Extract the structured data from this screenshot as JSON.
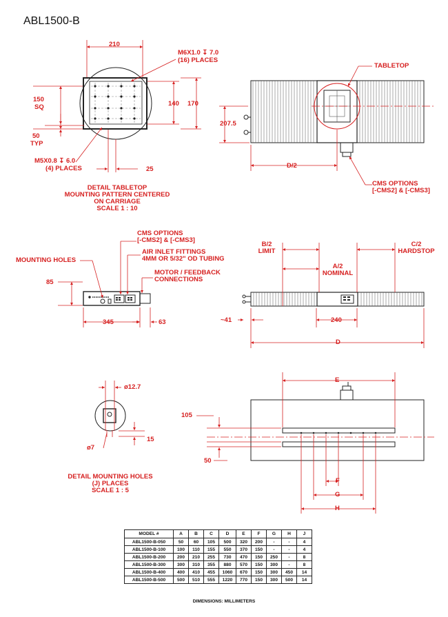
{
  "title": "ABL1500-B",
  "labels": {
    "dim_210": "210",
    "m6": "M6X1.0 ↧ 7.0",
    "m6_places": "(16) PLACES",
    "dim_150": "150",
    "sq": "SQ",
    "dim_140": "140",
    "dim_170": "170",
    "dim_50": "50",
    "typ": "TYP",
    "m5": "M5X0.8 ↧ 6.0",
    "m5_places": "(4) PLACES",
    "dim_25": "25",
    "detail_tabletop": [
      "DETAIL TABLETOP",
      "MOUNTING PATTERN CENTERED",
      "ON CARRIAGE",
      "SCALE 1 : 10"
    ],
    "tabletop": "TABLETOP",
    "dim_2075": "207.5",
    "d_half": "D/2",
    "cms_options_top": [
      "CMS OPTIONS",
      "[-CMS2] & [-CMS3]"
    ],
    "cms_options_side": [
      "CMS OPTIONS",
      "[-CMS2] & [-CMS3]"
    ],
    "mounting_holes": "MOUNTING HOLES",
    "air_inlet": [
      "AIR INLET FITTINGS",
      "4MM OR 5/32\" OD TUBING"
    ],
    "motor_feedback": [
      "MOTOR / FEEDBACK",
      "CONNECTIONS"
    ],
    "dim_85": "85",
    "dim_345": "345",
    "dim_63": "63",
    "b_half": [
      "B/2",
      "LIMIT"
    ],
    "a_half": [
      "A/2",
      "NOMINAL"
    ],
    "c_half": [
      "C/2",
      "HARDSTOP"
    ],
    "dim_41": "~41",
    "dim_240": "240",
    "dim_d": "D",
    "dim_127": "ø12.7",
    "dim_7": "ø7",
    "dim_15": "15",
    "detail_mounting": [
      "DETAIL MOUNTING HOLES",
      "(J)  PLACES",
      "SCALE 1 : 5"
    ],
    "dim_e": "E",
    "dim_105": "105",
    "dim_50b": "50",
    "dim_f": "F",
    "dim_g": "G",
    "dim_h": "H"
  },
  "table": {
    "headers": [
      "MODEL #",
      "A",
      "B",
      "C",
      "D",
      "E",
      "F",
      "G",
      "H",
      "J"
    ],
    "rows": [
      [
        "ABL1500-B-050",
        "50",
        "60",
        "105",
        "500",
        "320",
        "200",
        "-",
        "-",
        "4"
      ],
      [
        "ABL1500-B-100",
        "100",
        "110",
        "155",
        "550",
        "370",
        "150",
        "-",
        "-",
        "4"
      ],
      [
        "ABL1500-B-200",
        "200",
        "210",
        "255",
        "730",
        "470",
        "150",
        "250",
        "-",
        "8"
      ],
      [
        "ABL1500-B-300",
        "300",
        "310",
        "355",
        "880",
        "570",
        "150",
        "300",
        "-",
        "8"
      ],
      [
        "ABL1500-B-400",
        "400",
        "410",
        "455",
        "1060",
        "670",
        "150",
        "300",
        "450",
        "14"
      ],
      [
        "ABL1500-B-500",
        "500",
        "510",
        "555",
        "1220",
        "770",
        "150",
        "300",
        "500",
        "14"
      ]
    ]
  },
  "footer": "DIMENSIONS: MILLIMETERS",
  "colors": {
    "annotation": "#d62020",
    "drawing": "#222222"
  }
}
